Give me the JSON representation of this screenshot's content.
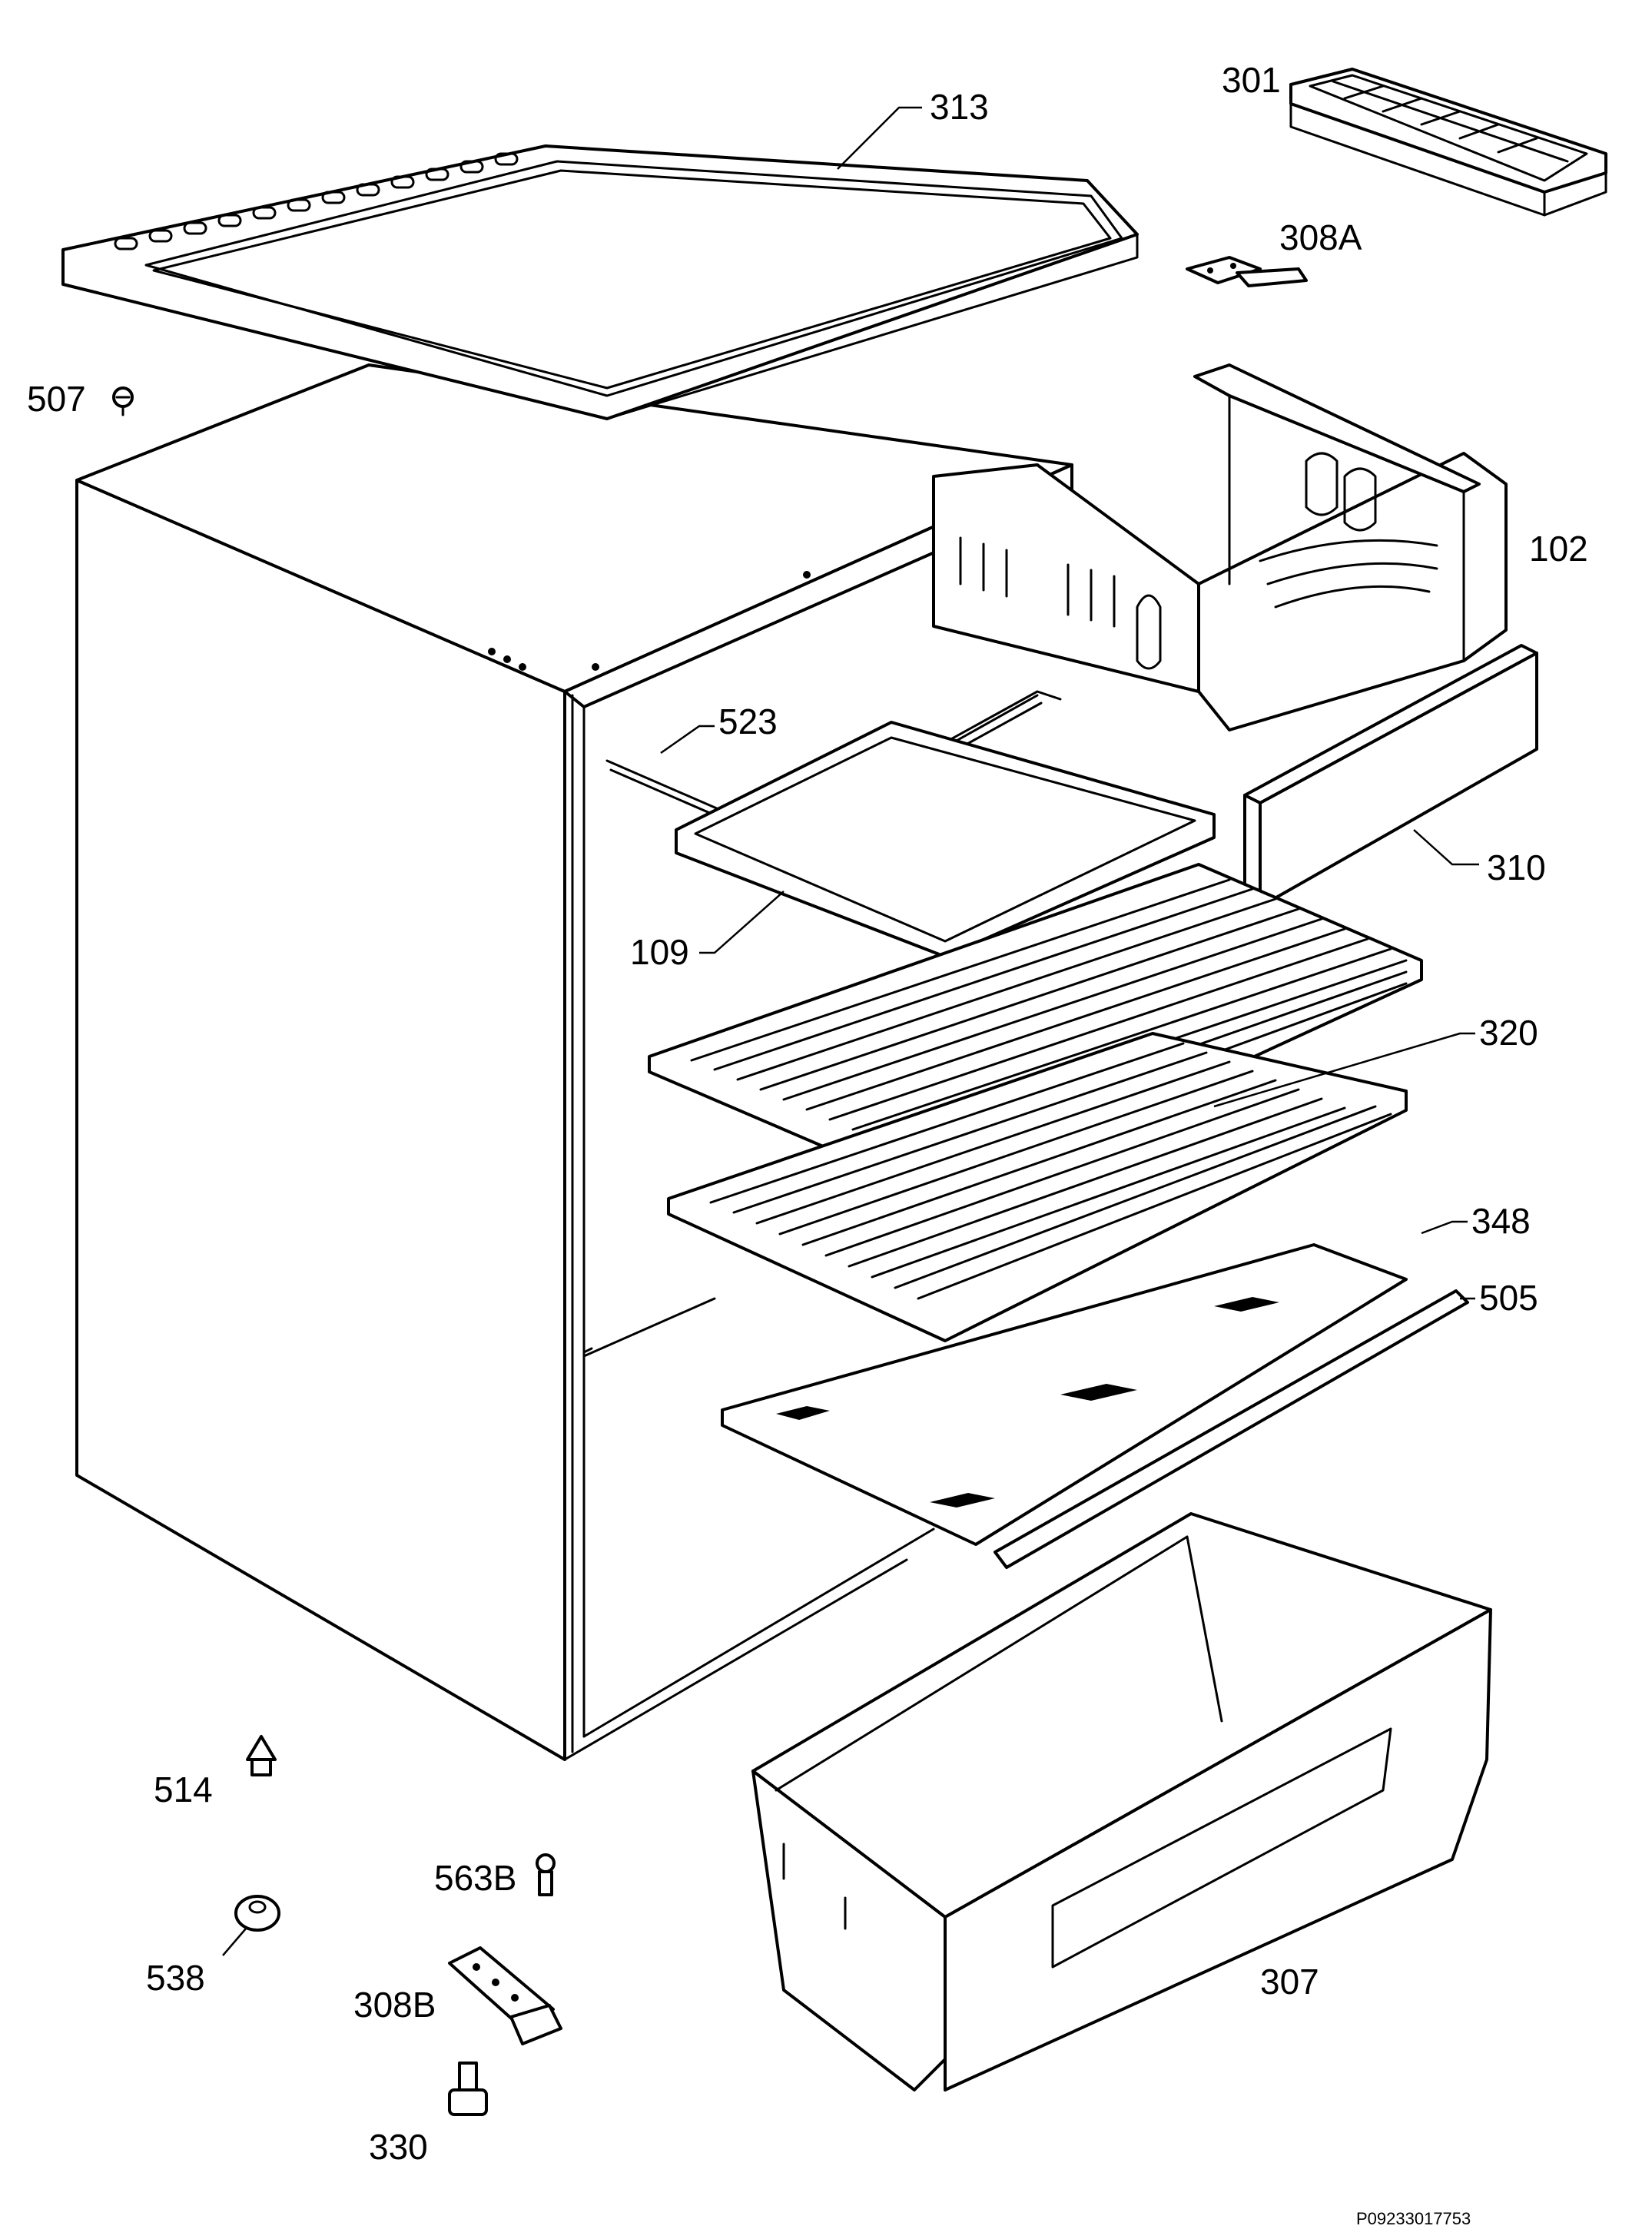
{
  "callouts": {
    "p313": "313",
    "p301": "301",
    "p308a": "308A",
    "p507": "507",
    "p102": "102",
    "p523": "523",
    "p310": "310",
    "p109": "109",
    "p320": "320",
    "p348": "348",
    "p505": "505",
    "p514": "514",
    "p563b": "563B",
    "p538": "538",
    "p308b": "308B",
    "p307": "307",
    "p330": "330"
  },
  "drawing_id": "P09233017753"
}
